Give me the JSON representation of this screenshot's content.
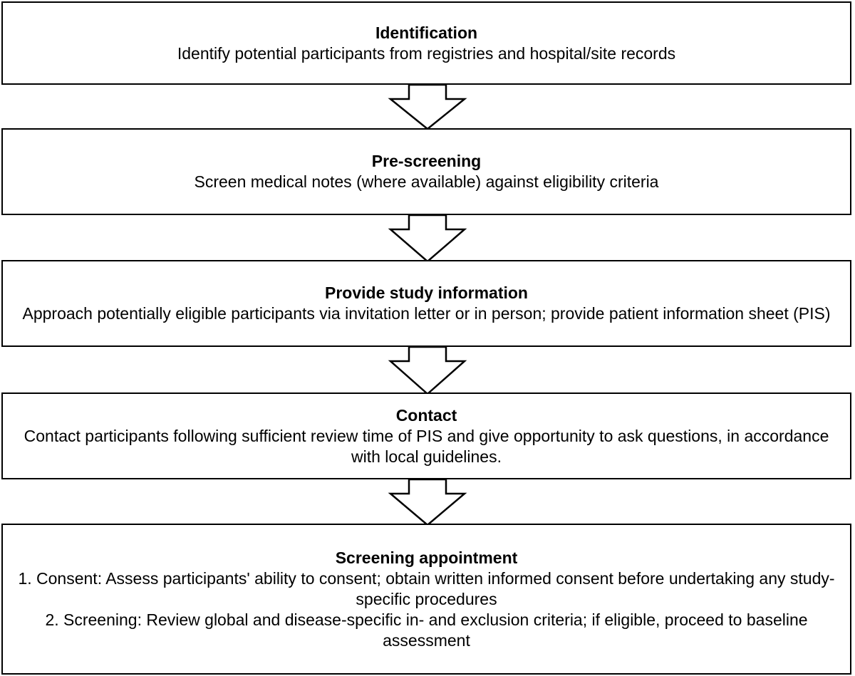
{
  "steps": [
    {
      "title": "Identification",
      "lines": [
        "Identify potential participants from registries and hospital/site records"
      ]
    },
    {
      "title": "Pre-screening",
      "lines": [
        "Screen medical notes (where available) against eligibility criteria"
      ]
    },
    {
      "title": "Provide study information",
      "lines": [
        "Approach potentially eligible participants via invitation letter or in person; provide patient information sheet (PIS)"
      ]
    },
    {
      "title": "Contact",
      "lines": [
        "Contact participants following sufficient review time of PIS and give opportunity to ask questions, in accordance with local guidelines."
      ]
    },
    {
      "title": "Screening appointment",
      "lines": [
        "1. Consent: Assess participants' ability to consent; obtain written informed consent before undertaking any study-specific procedures",
        "2. Screening: Review global and disease-specific in- and exclusion criteria; if eligible, proceed to baseline assessment"
      ]
    }
  ],
  "colors": {
    "stroke": "#000000",
    "fill": "#ffffff",
    "text": "#000000"
  }
}
